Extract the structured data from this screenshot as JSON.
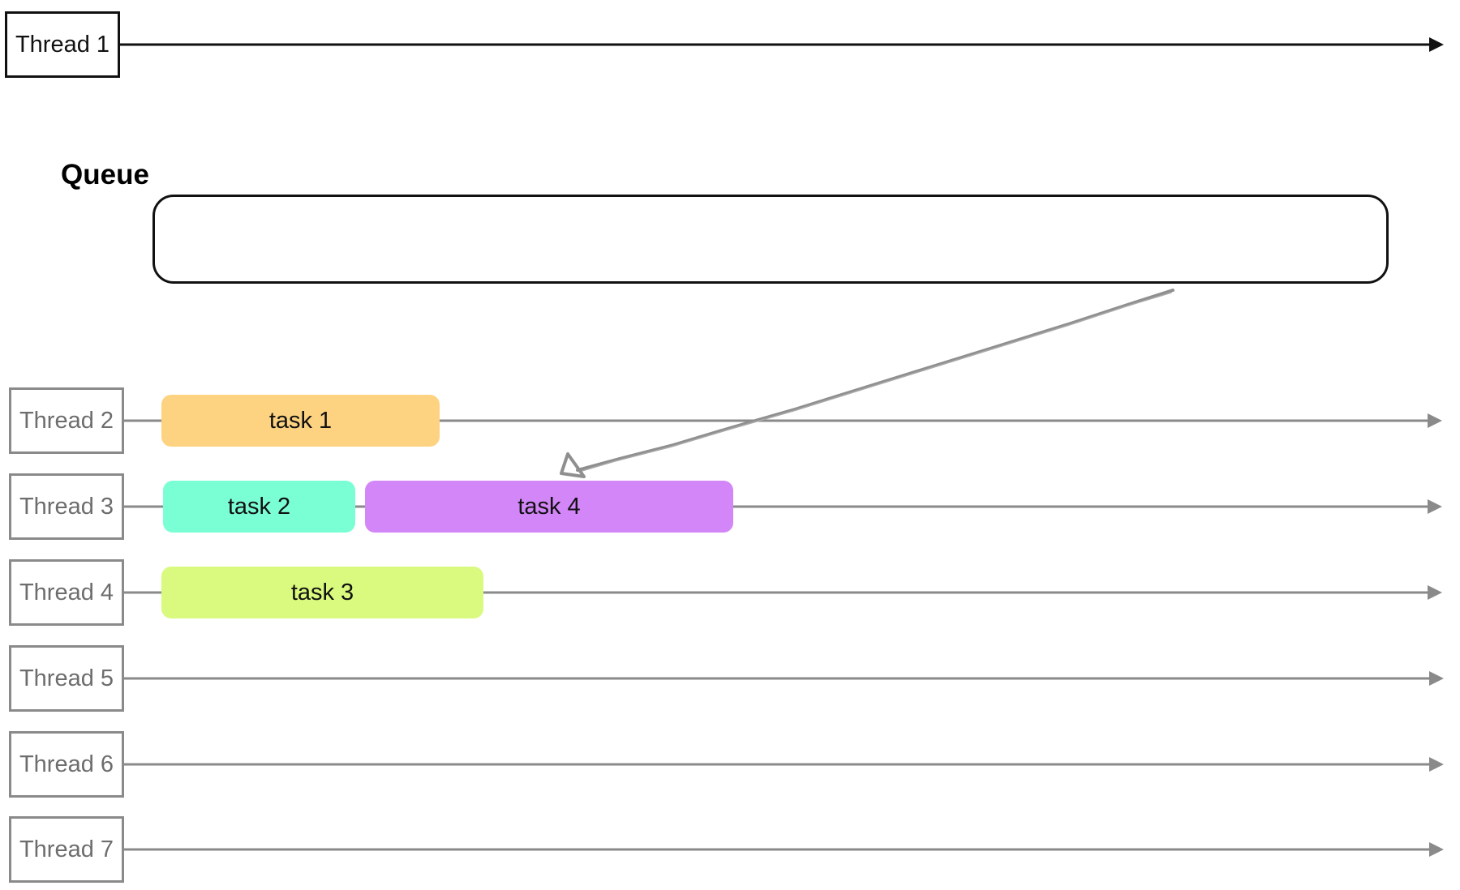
{
  "threads": [
    {
      "label": "Thread 1"
    },
    {
      "label": "Thread 2"
    },
    {
      "label": "Thread 3"
    },
    {
      "label": "Thread 4"
    },
    {
      "label": "Thread 5"
    },
    {
      "label": "Thread 6"
    },
    {
      "label": "Thread 7"
    }
  ],
  "queue": {
    "title": "Queue"
  },
  "tasks": [
    {
      "label": "task 1",
      "color": "#fdd382"
    },
    {
      "label": "task 2",
      "color": "#7affd4"
    },
    {
      "label": "task 4",
      "color": "#d386f8"
    },
    {
      "label": "task 3",
      "color": "#d9fa7e"
    }
  ],
  "colors": {
    "main_line": "#111111",
    "thread_line": "#8a8a8a",
    "sketch_arrow": "#8f8f8f"
  }
}
